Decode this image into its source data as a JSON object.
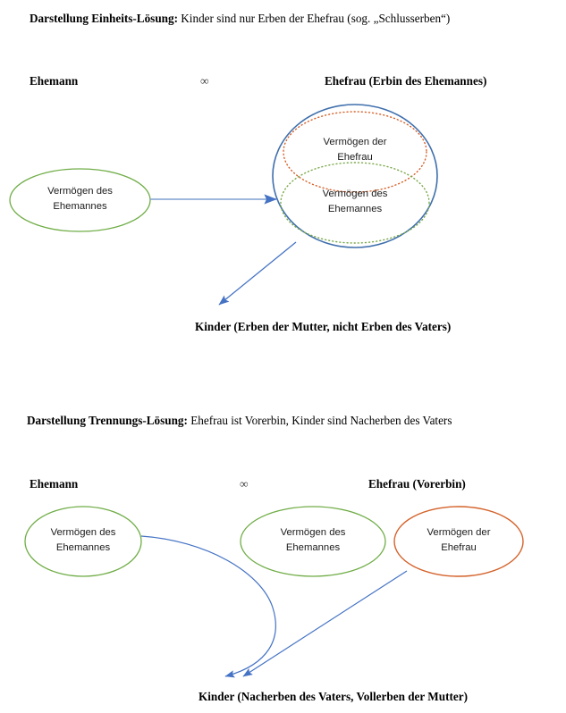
{
  "document": {
    "title": "Darstellung Einheits-Lösung und Trennungs-Lösung",
    "colors": {
      "blue_outline": "#4472a8",
      "green_outline": "#70ad47",
      "orange_outline": "#ed7d31",
      "arrow_blue": "#4472c4",
      "text": "#000000"
    }
  },
  "section1": {
    "heading_lead": "Darstellung Einheits-Lösung:",
    "heading_rest": " Kinder sind nur Erben der Ehefrau (sog. „Schlusserben“)",
    "husband_label": "Ehemann",
    "marriage_symbol": "∞",
    "wife_label": "Ehefrau (Erbin des Ehemannes)",
    "husband_asset_ellipse": "Vermögen des\nEhemannes",
    "wife_inner_ellipse": "Vermögen der\nEhefrau",
    "husband_inner_ellipse": "Vermögen des\nEhemannes",
    "children_label": "Kinder (Erben der Mutter, nicht Erben des Vaters)"
  },
  "section2": {
    "heading_lead": "Darstellung Trennungs-Lösung:",
    "heading_rest": " Ehefrau ist Vorerbin, Kinder sind Nacherben des Vaters",
    "husband_label": "Ehemann",
    "marriage_symbol": "∞",
    "wife_label": "Ehefrau (Vorerbin)",
    "husband_asset_ellipse": "Vermögen des\nEhemannes",
    "middle_asset_ellipse": "Vermögen des\nEhemannes",
    "wife_asset_ellipse": "Vermögen der\nEhefrau",
    "children_label": "Kinder (Nacherben des Vaters, Vollerben der Mutter)"
  }
}
